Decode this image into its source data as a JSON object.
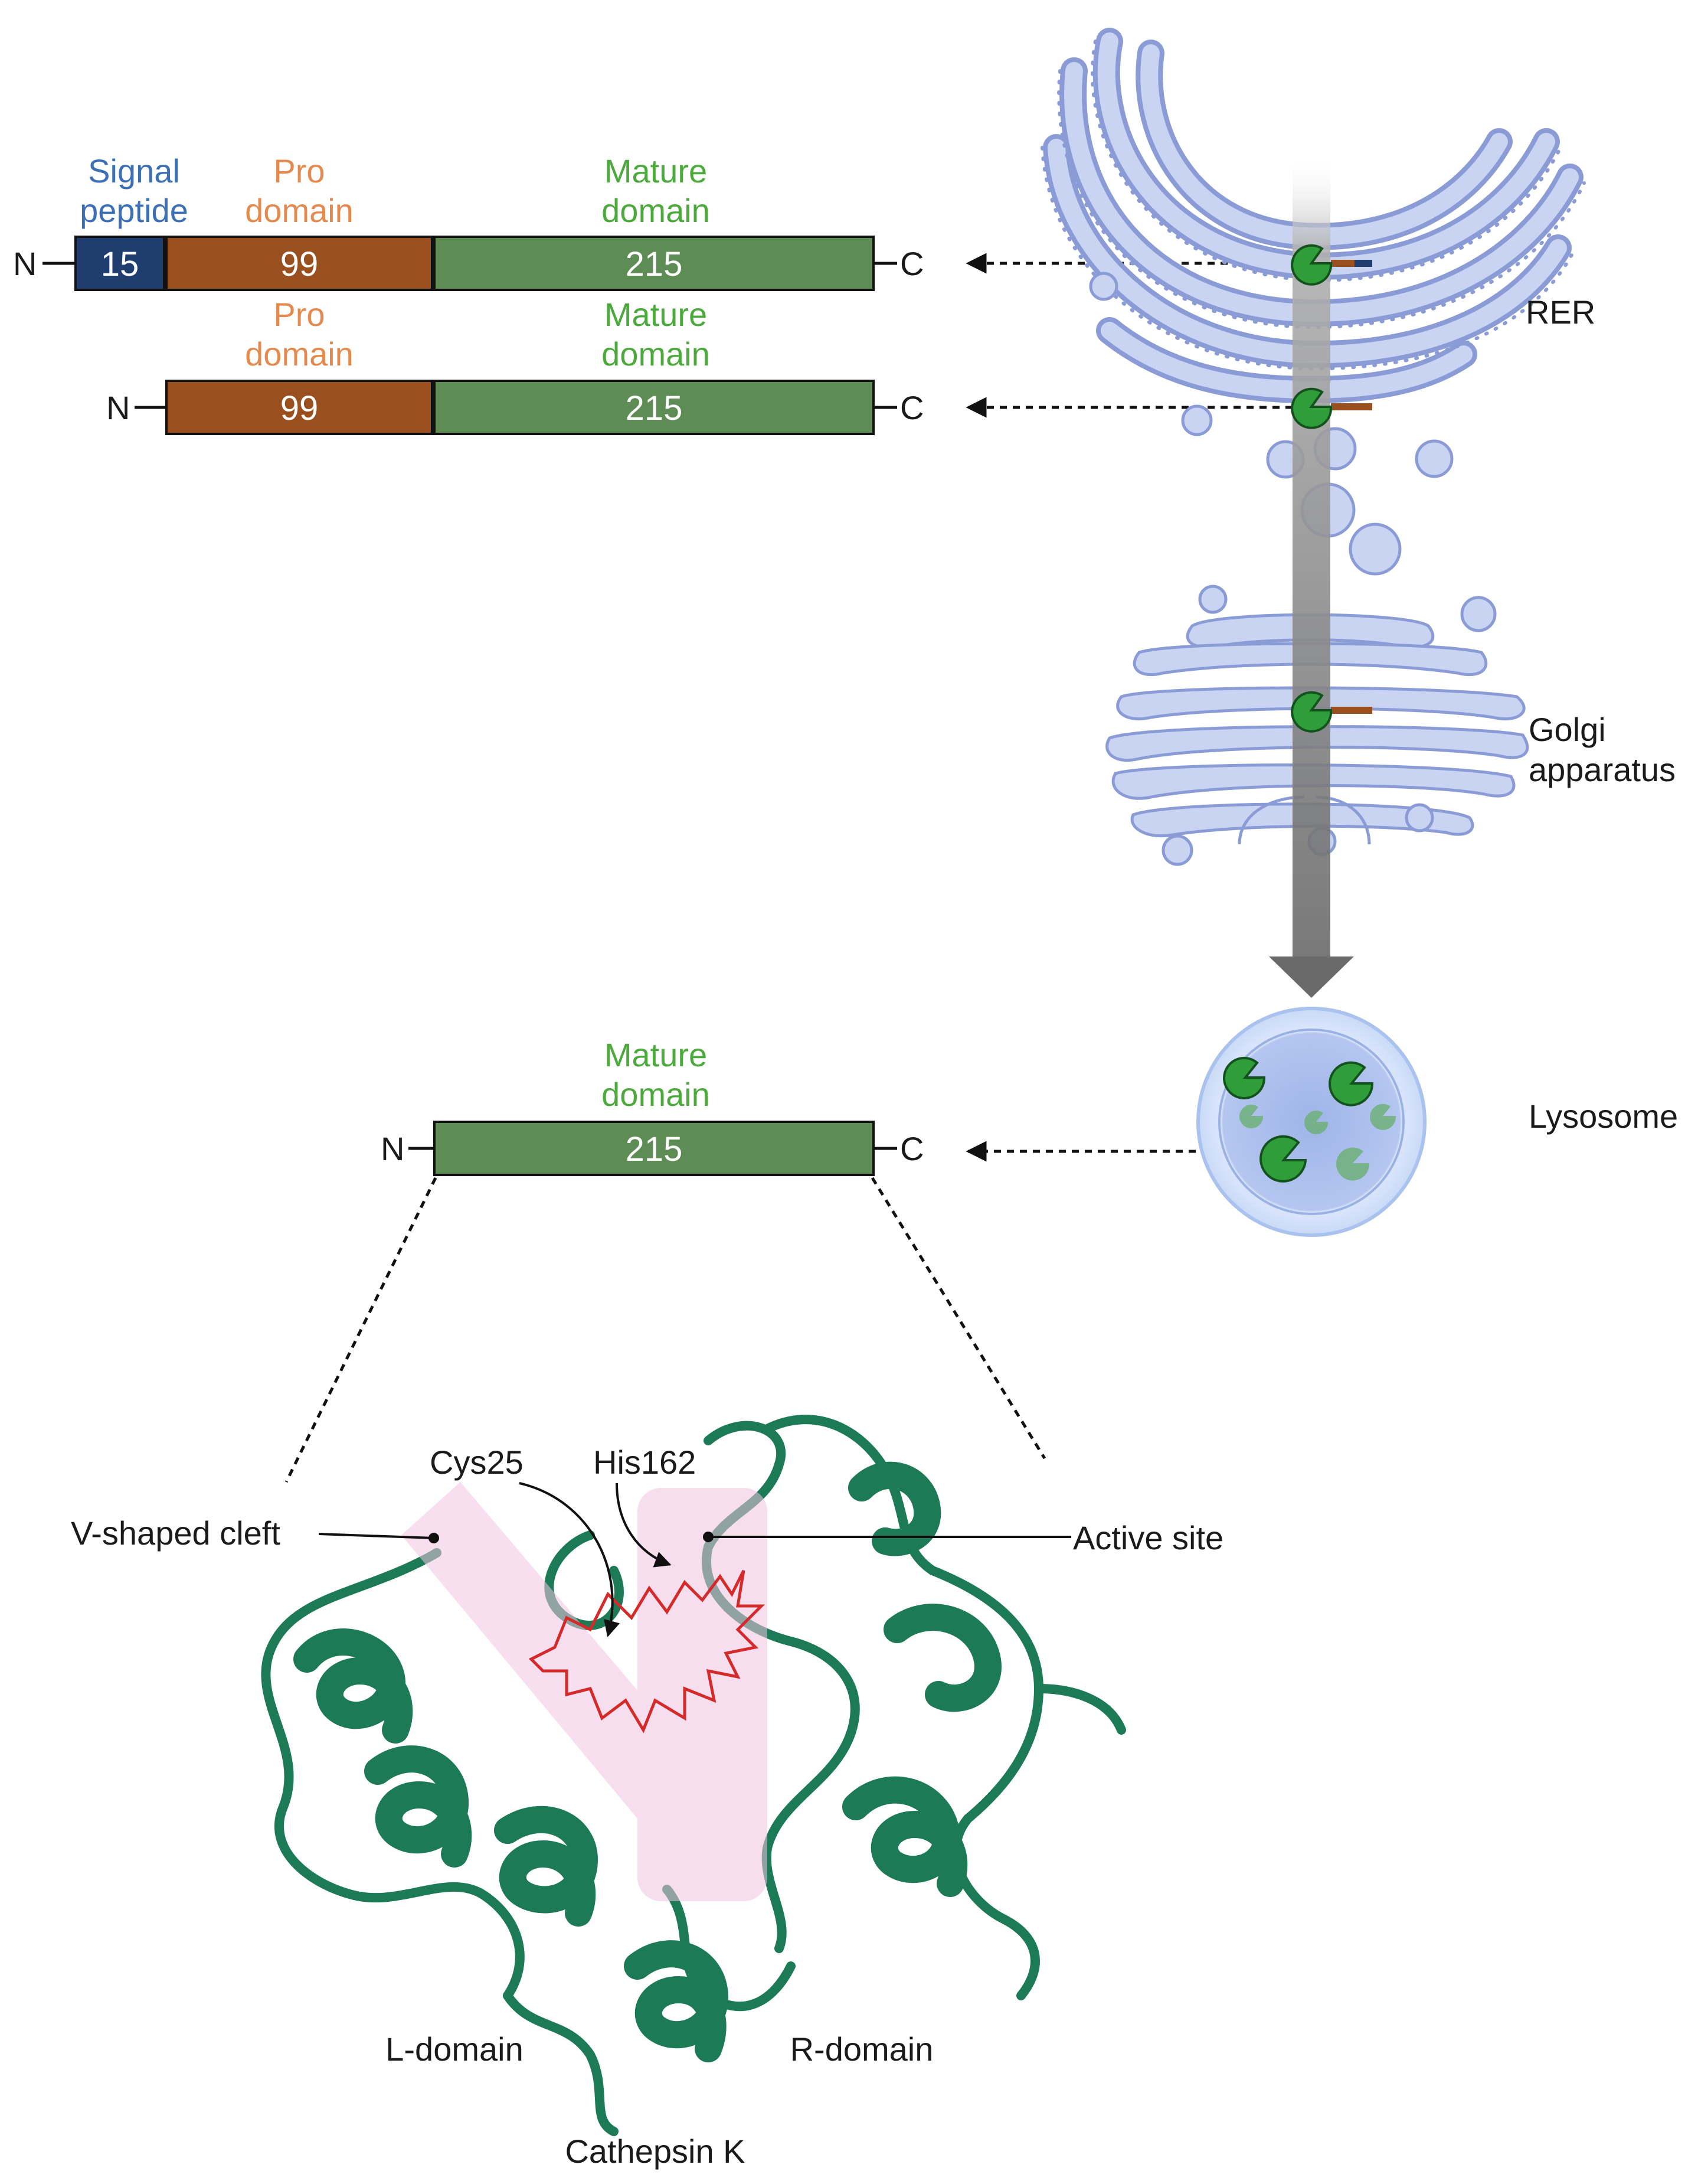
{
  "colors": {
    "signal": "#1f3d6e",
    "pro": "#9a4f1f",
    "mature": "#5e8c55",
    "protein": "#1c7a57",
    "organelle": "#aebde8",
    "arrow_grey": "#7a7a7a",
    "highlight_pink": "#f2c4e1",
    "active_site_red": "#d42a2a"
  },
  "preproenzyme": {
    "n_label": "N",
    "c_label": "C",
    "signal_label_1": "Signal",
    "signal_label_2": "peptide",
    "signal_value": "15",
    "pro_label_1": "Pro",
    "pro_label_2": "domain",
    "pro_value": "99",
    "mature_label_1": "Mature",
    "mature_label_2": "domain",
    "mature_value": "215"
  },
  "proenzyme": {
    "n_label": "N",
    "c_label": "C",
    "pro_label_1": "Pro",
    "pro_label_2": "domain",
    "pro_value": "99",
    "mature_label_1": "Mature",
    "mature_label_2": "domain",
    "mature_value": "215"
  },
  "mature_enzyme": {
    "n_label": "N",
    "c_label": "C",
    "mature_label_1": "Mature",
    "mature_label_2": "domain",
    "mature_value": "215"
  },
  "organelles": {
    "rer": "RER",
    "golgi_1": "Golgi",
    "golgi_2": "apparatus",
    "lysosome": "Lysosome"
  },
  "structure": {
    "v_cleft": "V-shaped cleft",
    "cys": "Cys25",
    "his": "His162",
    "active_site": "Active site",
    "l_domain": "L-domain",
    "r_domain": "R-domain",
    "protein_name": "Cathepsin K"
  }
}
